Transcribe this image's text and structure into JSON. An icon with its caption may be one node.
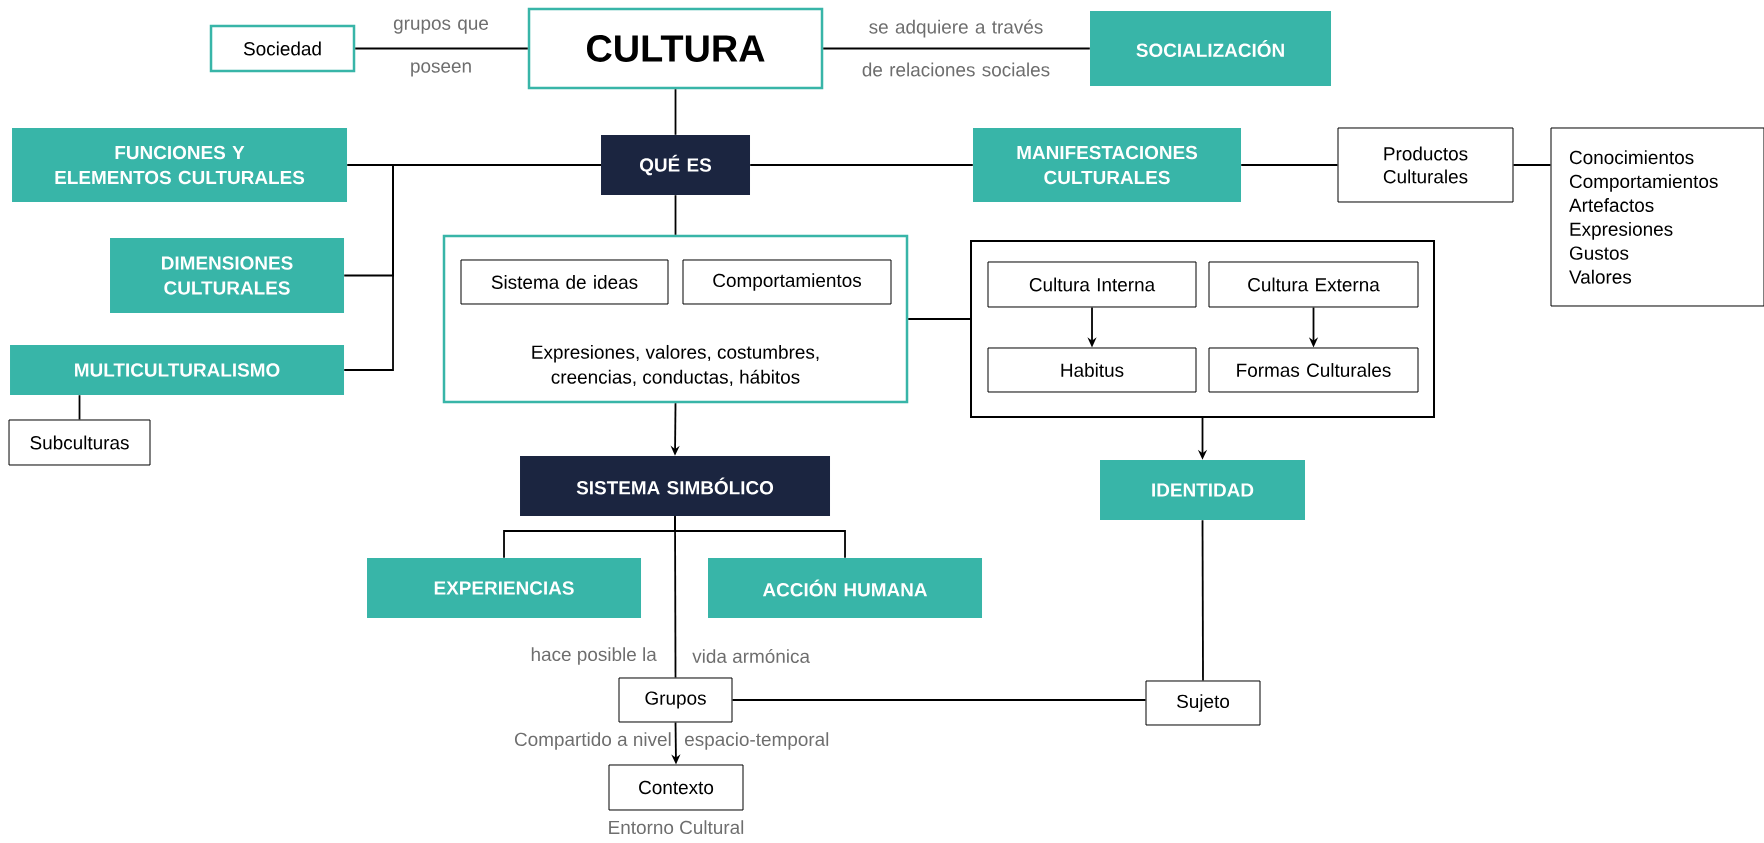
{
  "diagram": {
    "nodes": [
      {
        "text": [
          "Sociedad"
        ]
      },
      {
        "text": [
          "CULTURA"
        ]
      },
      {
        "text": [
          "SOCIALIZACIÓN"
        ]
      },
      {
        "text": [
          "QUÉ ES"
        ]
      },
      {
        "text": [
          "FUNCIONES Y ELEMENTOS CULTURALES"
        ]
      },
      {
        "text": [
          "DIMENSIONES CULTURALES"
        ]
      },
      {
        "text": [
          "MULTICULTURALISMO"
        ]
      },
      {
        "text": [
          "Subculturas"
        ]
      },
      {
        "text": [
          "MANIFESTACIONES CULTURALES"
        ]
      },
      {
        "text": [
          "Productos Culturales"
        ]
      },
      {
        "text": [
          "Conocimientos",
          "Comportamientos",
          "Artefactos",
          "Expresiones",
          "Gustos",
          "Valores"
        ]
      },
      {
        "text": [
          "Expresiones, valores, costumbres, creencias, conductas, hábitos"
        ]
      },
      {
        "text": [
          "Sistema de ideas"
        ],
        "in": 11
      },
      {
        "text": [
          "Comportamientos"
        ],
        "in": 11
      },
      {
        "text": [],
        "shape": "box"
      },
      {
        "text": [
          "Cultura Interna"
        ],
        "in": 14
      },
      {
        "text": [
          "Cultura Externa"
        ],
        "in": 14
      },
      {
        "text": [
          "Habitus"
        ],
        "in": 14
      },
      {
        "text": [
          "Formas Culturales"
        ],
        "in": 14
      },
      {
        "text": [
          "SISTEMA SIMBÓLICO"
        ]
      },
      {
        "text": [
          "IDENTIDAD"
        ]
      },
      {
        "text": [
          "EXPERIENCIAS"
        ]
      },
      {
        "text": [
          "ACCIÓN HUMANA"
        ]
      },
      {
        "text": [
          "Grupos"
        ]
      },
      {
        "text": [
          "Sujeto"
        ]
      },
      {
        "text": [
          "Contexto"
        ],
        "beside": [
          "Entorno Cultural"
        ]
      }
    ],
    "edges": [
      {
        "from": 0,
        "to": 1,
        "arrow": "none",
        "label": "grupos que poseen"
      },
      {
        "from": 1,
        "to": 2,
        "arrow": "none",
        "label": "se adquiere a través de relaciones sociales"
      },
      {
        "from": 1,
        "to": 3,
        "arrow": "none"
      },
      {
        "from": 3,
        "to": 4,
        "arrow": "none"
      },
      {
        "from": 3,
        "to": 5,
        "arrow": "none"
      },
      {
        "from": 3,
        "to": 6,
        "arrow": "none"
      },
      {
        "from": 6,
        "to": 7,
        "arrow": "none"
      },
      {
        "from": 3,
        "to": 8,
        "arrow": "none"
      },
      {
        "from": 8,
        "to": 9,
        "arrow": "none"
      },
      {
        "from": 9,
        "to": 10,
        "arrow": "none"
      },
      {
        "from": 3,
        "to": 11,
        "arrow": "none"
      },
      {
        "from": 11,
        "to": 14,
        "arrow": "none"
      },
      {
        "from": 15,
        "to": 17,
        "arrow": "to"
      },
      {
        "from": 16,
        "to": 18,
        "arrow": "to"
      },
      {
        "from": 11,
        "to": 19,
        "arrow": "to"
      },
      {
        "from": 14,
        "to": 20,
        "arrow": "to"
      },
      {
        "from": 19,
        "to": 21,
        "arrow": "none"
      },
      {
        "from": 19,
        "to": 22,
        "arrow": "none"
      },
      {
        "from": 19,
        "to": 23,
        "arrow": "none"
      },
      {
        "from": 20,
        "to": 24,
        "arrow": "none"
      },
      {
        "from": 23,
        "to": 24,
        "arrow": "none"
      },
      {
        "from": 23,
        "to": 25,
        "arrow": "to"
      }
    ],
    "labels": [
      "hace posible la",
      "vida armónica",
      "Compartido a nivel",
      "espacio-temporal"
    ]
  }
}
